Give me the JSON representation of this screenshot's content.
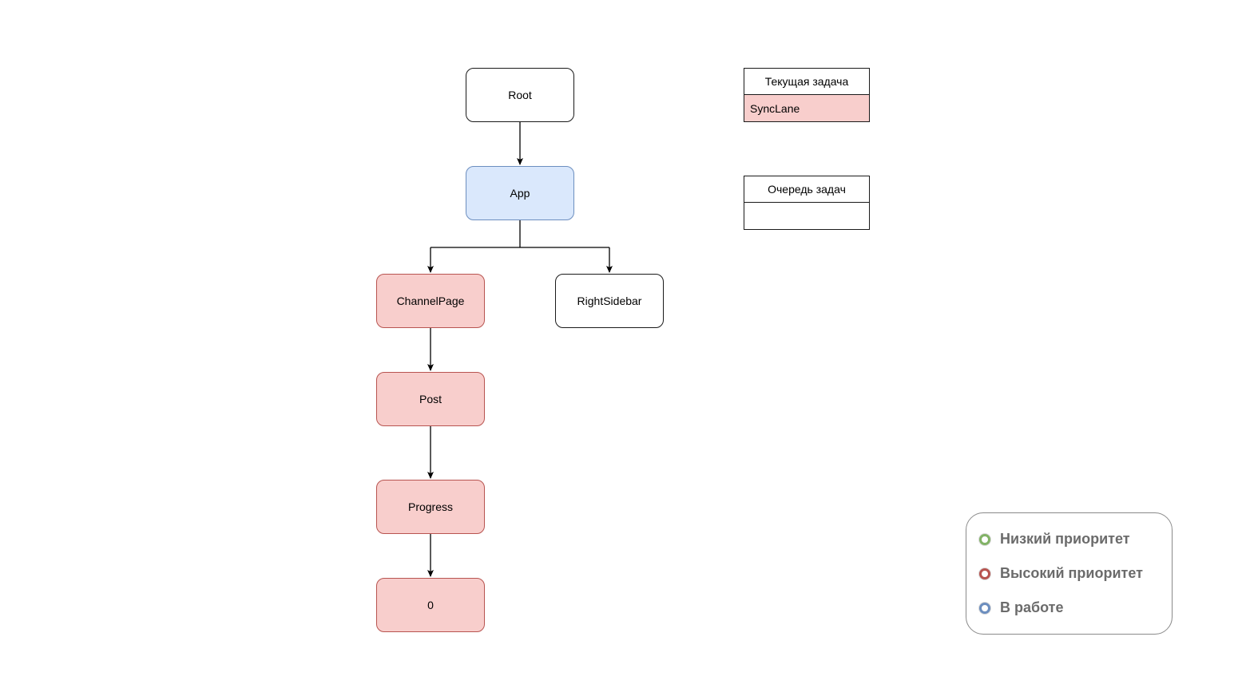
{
  "tree": {
    "root": "Root",
    "app": "App",
    "channel_page": "ChannelPage",
    "right_sidebar": "RightSidebar",
    "post": "Post",
    "progress": "Progress",
    "zero": "0"
  },
  "current_task": {
    "header": "Текущая задача",
    "value": "SyncLane"
  },
  "task_queue": {
    "header": "Очередь задач",
    "value": ""
  },
  "legend": {
    "items": [
      {
        "label": "Низкий приоритет",
        "color": "#82b366"
      },
      {
        "label": "Высокий приоритет",
        "color": "#b85450"
      },
      {
        "label": "В работе",
        "color": "#6c8ebf"
      }
    ]
  },
  "colors": {
    "working_fill": "#dae8fc",
    "working_stroke": "#6c8ebf",
    "high_fill": "#f8cecc",
    "high_stroke": "#b85450",
    "low_stroke": "#82b366"
  }
}
